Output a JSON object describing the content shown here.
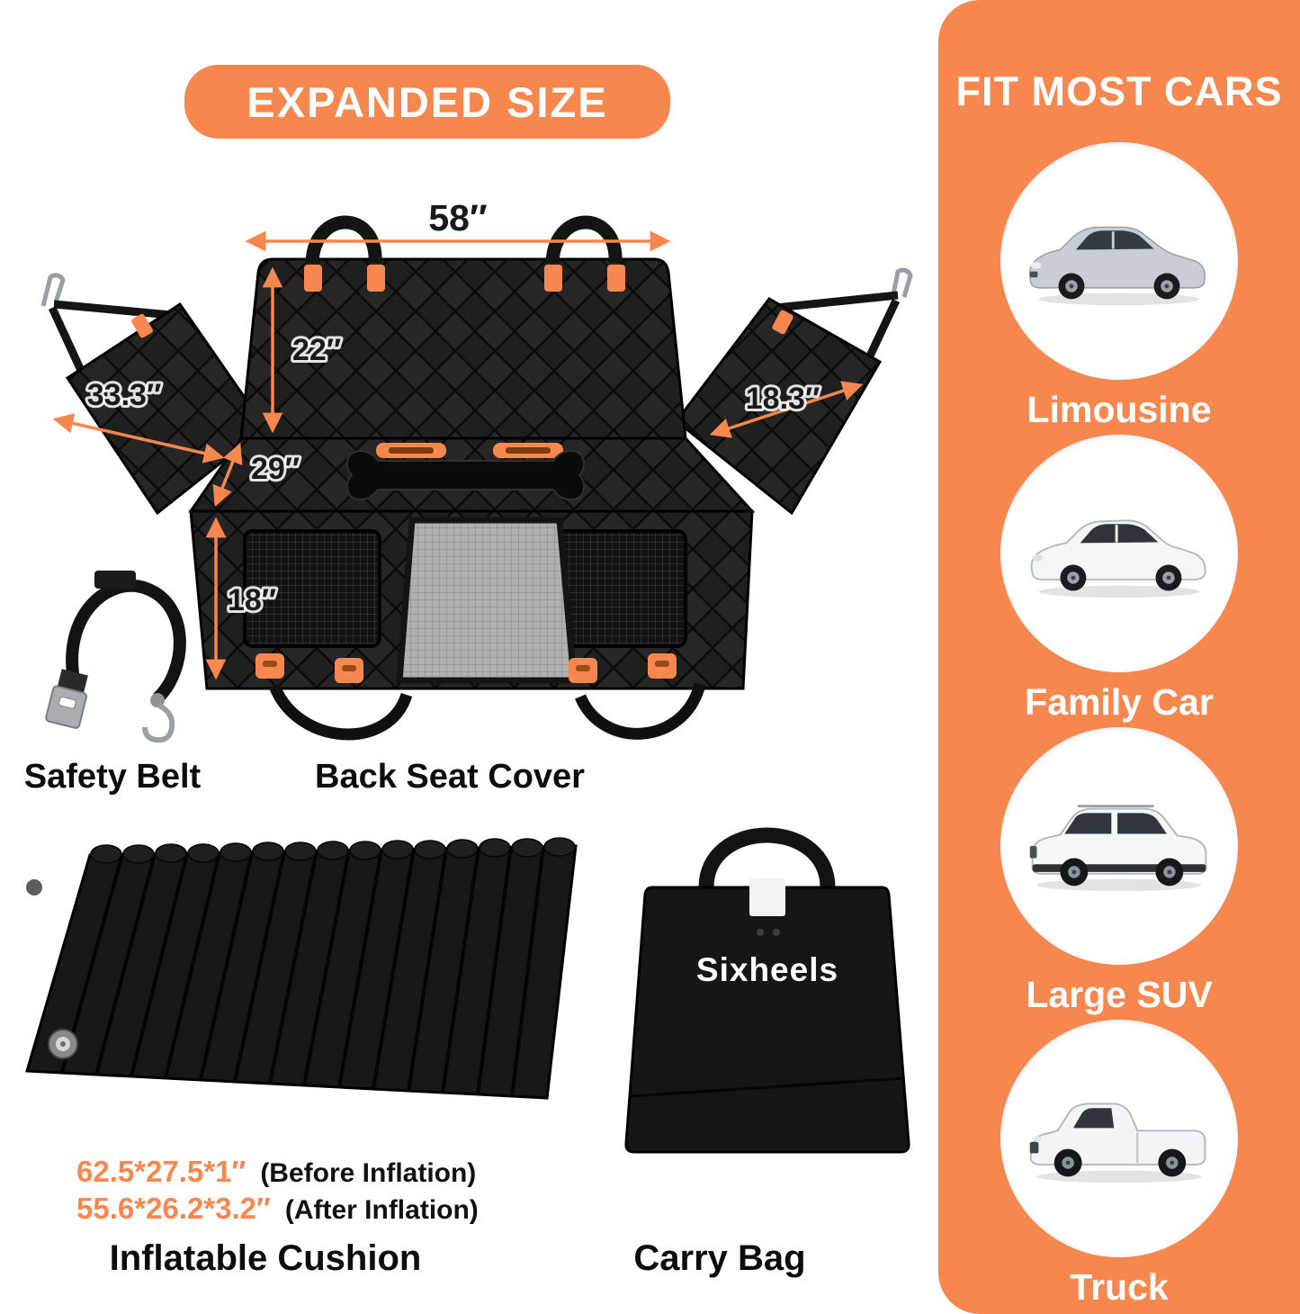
{
  "colors": {
    "accent_orange": "#F5874F",
    "cover_black": "#1f1f1f",
    "text_dark": "#111111",
    "panel_text": "#ffffff"
  },
  "banner": {
    "title": "EXPANDED SIZE"
  },
  "diagram": {
    "label": "Back Seat Cover",
    "dimensions": {
      "top_width": "58″",
      "backrest_height": "22″",
      "left_flap_width": "33.3″",
      "right_flap_width": "18.3″",
      "seat_depth": "29″",
      "front_height": "18″"
    }
  },
  "safety_belt": {
    "label": "Safety Belt"
  },
  "inflatable_cushion": {
    "label": "Inflatable Cushion",
    "size_before": "62.5*27.5*1″",
    "size_before_note": "(Before Inflation)",
    "size_after": "55.6*26.2*3.2″",
    "size_after_note": "(After Inflation)"
  },
  "carry_bag": {
    "brand": "Sixheels",
    "label": "Carry Bag"
  },
  "fit_panel": {
    "title": "FIT MOST CARS",
    "vehicles": [
      {
        "label": "Limousine"
      },
      {
        "label": "Family Car"
      },
      {
        "label": "Large SUV"
      },
      {
        "label": "Truck"
      }
    ]
  }
}
